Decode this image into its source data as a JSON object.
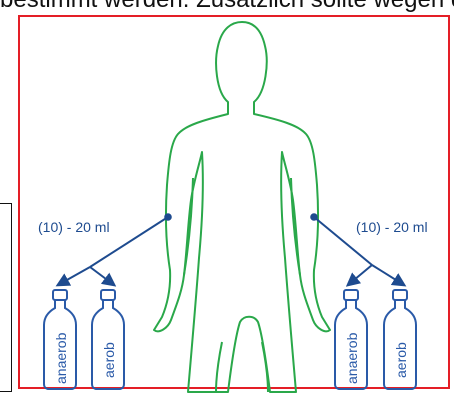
{
  "header": {
    "text": "bestimmt werden. Zusätzlich sollte wegen der erhöhten"
  },
  "left_draw": {
    "volume_label": "(10) - 20 ml",
    "bottle_labels": [
      "anaerob",
      "aerob"
    ]
  },
  "right_draw": {
    "volume_label": "(10) - 20 ml",
    "bottle_labels": [
      "anaerob",
      "aerob"
    ]
  },
  "colors": {
    "frame": "#e41e26",
    "body_outline": "#2aa84a",
    "arrows": "#1e4b8f",
    "bottles": "#2a5aa8"
  }
}
